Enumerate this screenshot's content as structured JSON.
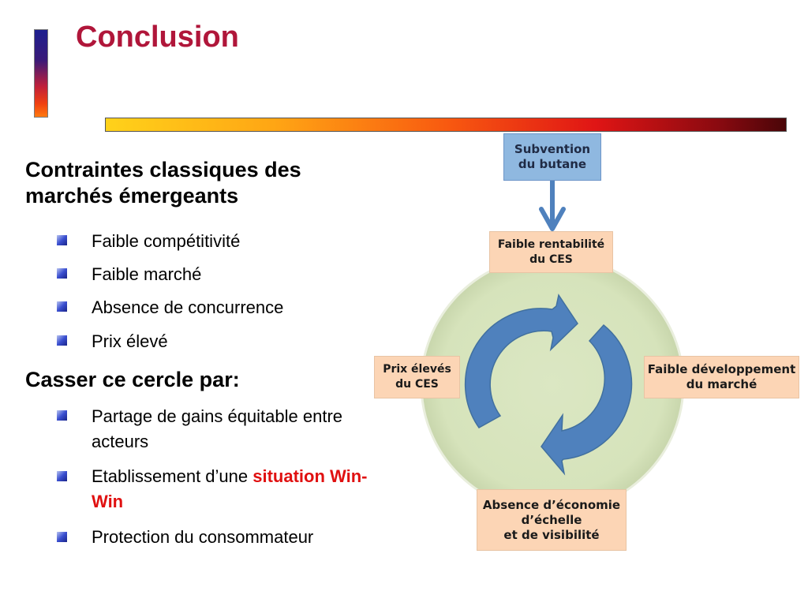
{
  "slide": {
    "title": "Conclusion",
    "section1": {
      "heading_line1": "Contraintes classiques des",
      "heading_line2": "marchés émergeants",
      "items": [
        "Faible compétitivité",
        "Faible marché",
        "Absence de concurrence",
        "Prix élevé"
      ]
    },
    "section2": {
      "heading": "Casser ce cercle par:",
      "item1_line1": "Partage de gains équitable entre",
      "item1_line2": "acteurs",
      "item2_prefix": "Etablissement d’une ",
      "item2_highlight_line1": "situation Win-",
      "item2_highlight_line2": "Win",
      "item3": "Protection du consommateur"
    }
  },
  "diagram": {
    "subvention_line1": "Subvention",
    "subvention_line2": "du butane",
    "top_line1": "Faible rentabilité",
    "top_line2": "du CES",
    "right_line1": "Faible développement",
    "right_line2": "du marché",
    "left_line1": "Prix élevés",
    "left_line2": "du CES",
    "bottom_line1": "Absence d’économie",
    "bottom_line2": "d’échelle",
    "bottom_line3": "et de visibilité"
  },
  "colors": {
    "title": "#b0163a",
    "highlight": "#e01010",
    "circle_fill": "#d7e4bd",
    "arrow_fill": "#4f81bd",
    "peach_box": "#fcd5b5",
    "blue_box": "#8fb8e0"
  },
  "icons": [
    "bullet-square-icon",
    "curved-arrow-icon",
    "down-arrow-icon"
  ]
}
